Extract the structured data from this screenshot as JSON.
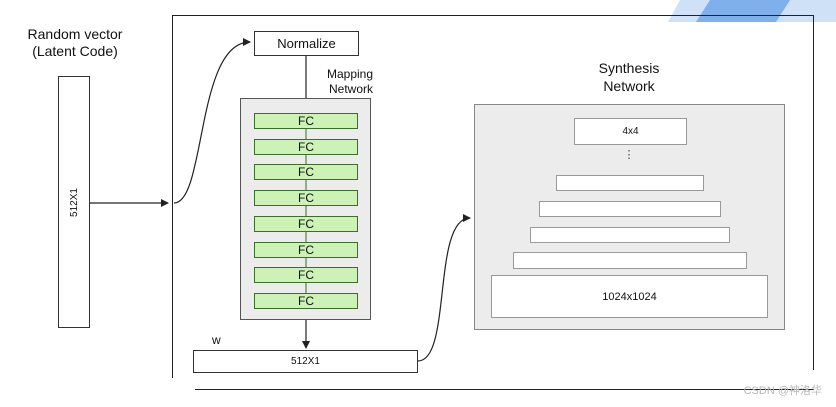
{
  "random_vector": {
    "title_line1": "Random vector",
    "title_line2": "(Latent Code)",
    "size_label": "512X1"
  },
  "normalize": {
    "label": "Normalize"
  },
  "mapping": {
    "label_line1": "Mapping",
    "label_line2": "Network",
    "fc_labels": [
      "FC",
      "FC",
      "FC",
      "FC",
      "FC",
      "FC",
      "FC",
      "FC"
    ]
  },
  "w": {
    "label": "w",
    "size_label": "512X1"
  },
  "synthesis": {
    "label_line1": "Synthesis",
    "label_line2": "Network",
    "top_label": "4x4",
    "ellipsis": "⋮",
    "bottom_label": "1024x1024"
  },
  "watermark": "CSDN @神洛华",
  "colors": {
    "fc_fill": "#ccf2b6",
    "fc_border": "#3a6e2a",
    "mapping_bg": "#ececec",
    "synthesis_bg": "#ececec",
    "header_accent": "#7fb0ec"
  }
}
